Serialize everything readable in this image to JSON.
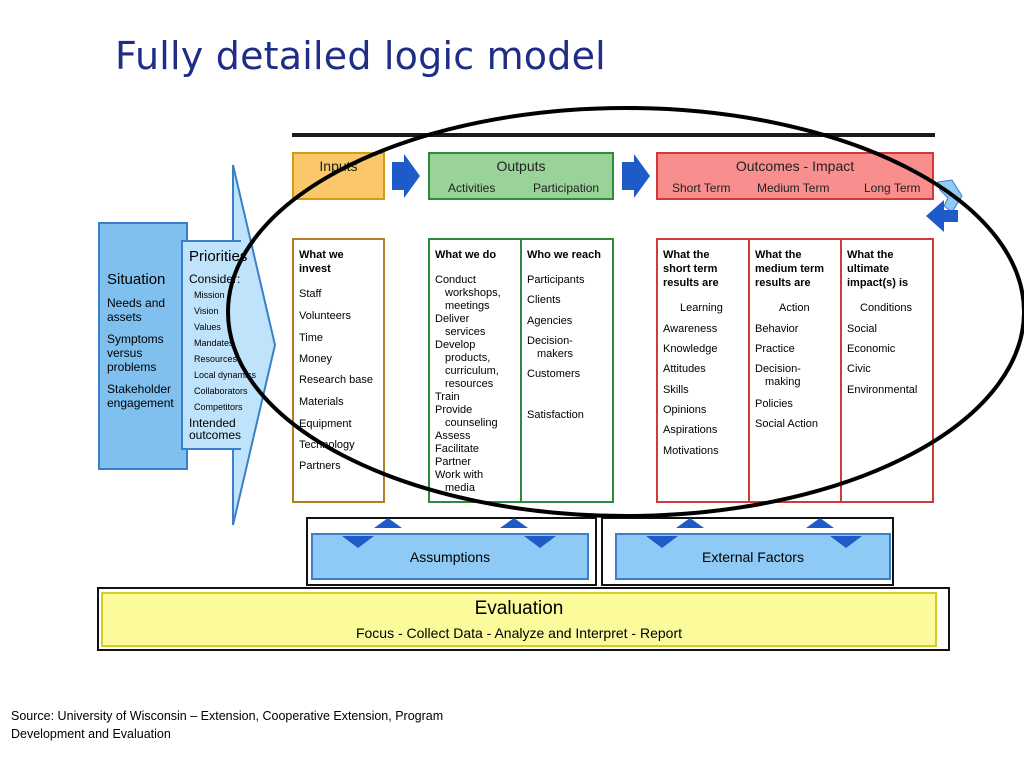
{
  "title": "Fully detailed logic model",
  "header": {
    "inputs": "Inputs",
    "outputs": "Outputs",
    "outputs_activities": "Activities",
    "outputs_participation": "Participation",
    "outcomes": "Outcomes - Impact",
    "short_term": "Short Term",
    "medium_term": "Medium Term",
    "long_term": "Long Term"
  },
  "situation": {
    "title": "Situation",
    "items": [
      "Needs and",
      "assets",
      "Symptoms",
      "versus",
      "problems",
      "Stakeholder",
      "engagement"
    ]
  },
  "priorities": {
    "title": "Priorities",
    "consider": "Consider:",
    "items": [
      "Mission",
      "Vision",
      "Values",
      "Mandates",
      "Resources",
      "Local dynamics",
      "Collaborators",
      "Competitors"
    ],
    "intended": [
      "Intended",
      "outcomes"
    ]
  },
  "inputs_col": {
    "heading": [
      "What we",
      "invest"
    ],
    "items": [
      "Staff",
      "Volunteers",
      "Time",
      "Money",
      "Research base",
      "Materials",
      "Equipment",
      "Technology",
      "Partners"
    ]
  },
  "activities_col": {
    "heading": [
      "What we do"
    ],
    "lines": [
      "Conduct",
      "workshops,",
      "meetings",
      "Deliver",
      "services",
      "Develop",
      "products,",
      "curriculum,",
      "resources",
      "Train",
      "Provide",
      "counseling",
      "Assess",
      "Facilitate",
      "Partner",
      "Work with",
      "media"
    ]
  },
  "participation_col": {
    "heading": [
      "Who we reach"
    ],
    "lines": [
      "Participants",
      "Clients",
      "Agencies",
      "Decision-",
      "makers",
      "Customers",
      "Satisfaction"
    ]
  },
  "short_col": {
    "heading": [
      "What the",
      "short term",
      "results are"
    ],
    "lines": [
      "Learning",
      "Awareness",
      "Knowledge",
      "Attitudes",
      "Skills",
      "Opinions",
      "Aspirations",
      "Motivations"
    ]
  },
  "medium_col": {
    "heading": [
      "What the",
      "medium term",
      "results are"
    ],
    "lines": [
      "Action",
      "Behavior",
      "Practice",
      "Decision-",
      "making",
      "Policies",
      "Social Action"
    ]
  },
  "long_col": {
    "heading": [
      "What the",
      "ultimate",
      "impact(s) is"
    ],
    "lines": [
      "Conditions",
      "Social",
      "Economic",
      "Civic",
      "Environmental"
    ]
  },
  "assumptions": "Assumptions",
  "external_factors": "External Factors",
  "evaluation": {
    "title": "Evaluation",
    "subtitle": "Focus - Collect Data - Analyze and Interpret - Report"
  },
  "source": [
    "Source: University of Wisconsin – Extension, Cooperative Extension, Program",
    "Development and Evaluation"
  ],
  "colors": {
    "title": "#1f2d86",
    "arrow": "#1f5bc8",
    "inputs": "#fbc869",
    "outputs": "#99d39a",
    "outcomes": "#f88e8e",
    "situation": "#7fc0ef",
    "evaluation": "#fbfb9c"
  }
}
